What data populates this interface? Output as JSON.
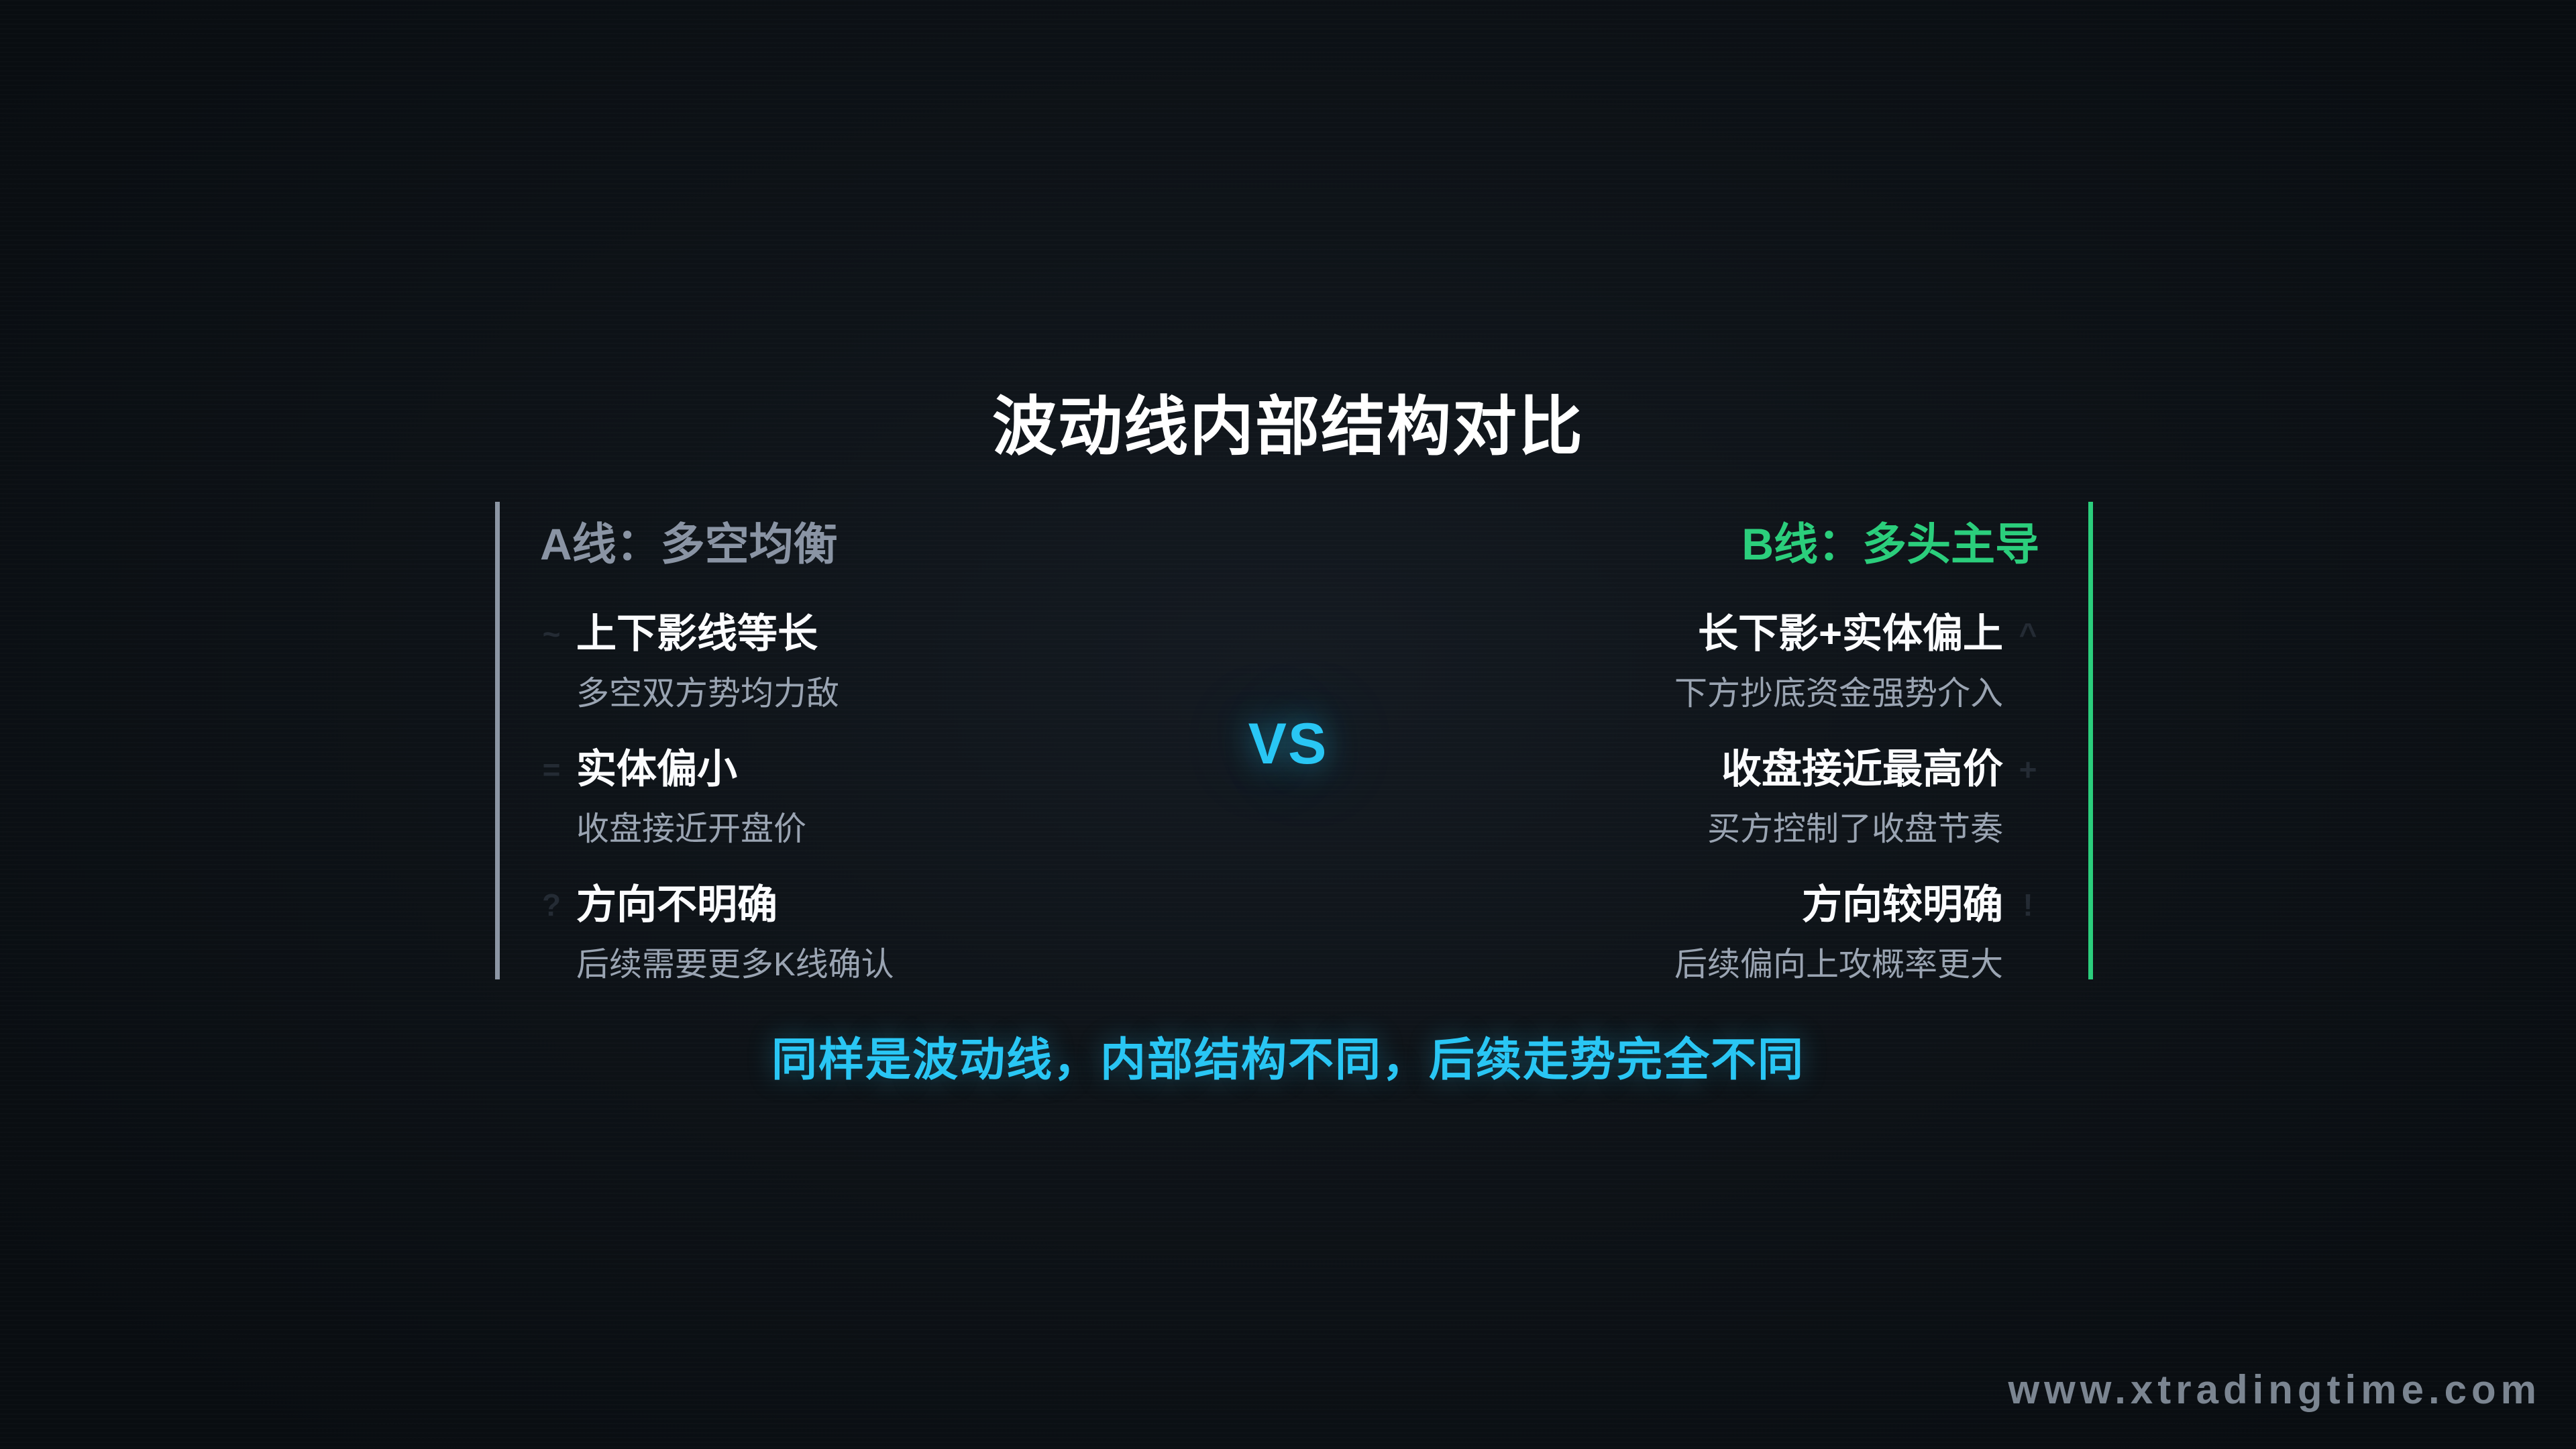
{
  "page": {
    "title": "波动线内部结构对比",
    "vs_label": "VS",
    "conclusion": "同样是波动线，内部结构不同，后续走势完全不同",
    "watermark": "www.xtradingtime.com"
  },
  "colors": {
    "background": "#0e1318",
    "accent_cyan": "#29c6f4",
    "accent_green": "#2bce7c",
    "neutral_gray": "#8a94a4",
    "text_white": "#ffffff",
    "desc_gray": "#9aa4b2",
    "marker_dark": "#242b34"
  },
  "left_column": {
    "header": "A线：多空均衡",
    "items": [
      {
        "symbol": "~",
        "title": "上下影线等长",
        "desc": "多空双方势均力敌"
      },
      {
        "symbol": "=",
        "title": "实体偏小",
        "desc": "收盘接近开盘价"
      },
      {
        "symbol": "?",
        "title": "方向不明确",
        "desc": "后续需要更多K线确认"
      }
    ]
  },
  "right_column": {
    "header": "B线：多头主导",
    "items": [
      {
        "symbol": "^",
        "title": "长下影+实体偏上",
        "desc": "下方抄底资金强势介入"
      },
      {
        "symbol": "+",
        "title": "收盘接近最高价",
        "desc": "买方控制了收盘节奏"
      },
      {
        "symbol": "!",
        "title": "方向较明确",
        "desc": "后续偏向上攻概率更大"
      }
    ]
  }
}
